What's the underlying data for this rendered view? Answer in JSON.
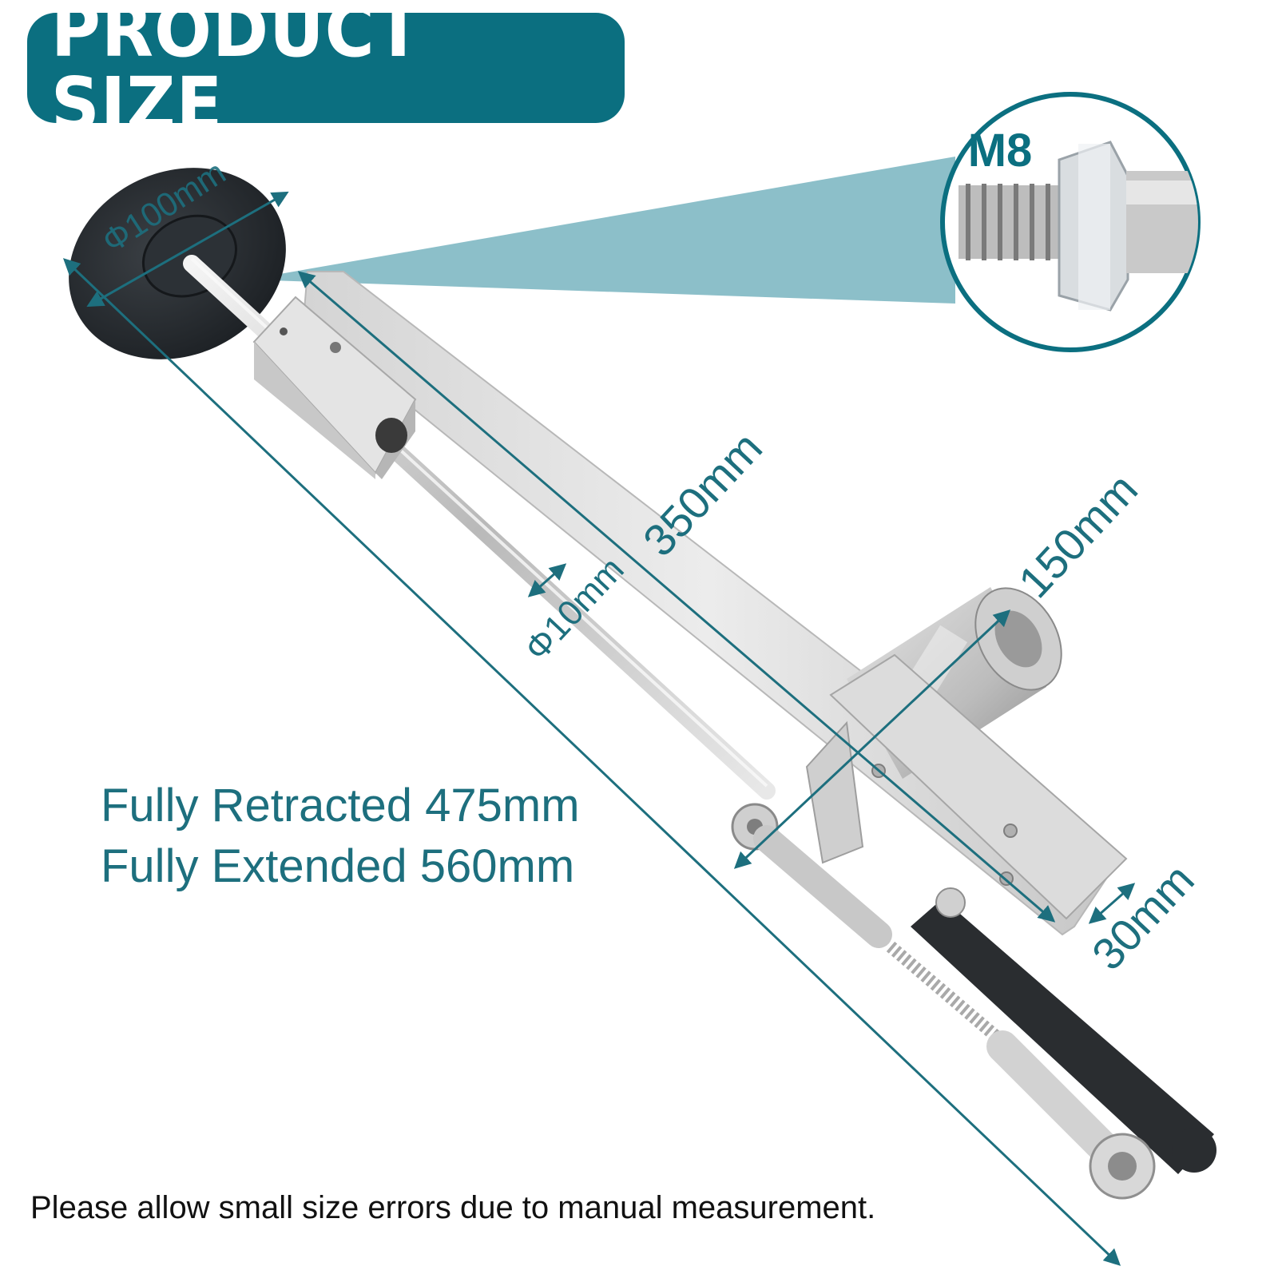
{
  "header": {
    "title": "PRODUCT SIZE"
  },
  "callout": {
    "thread_label": "M8"
  },
  "dimensions": {
    "disc_diameter": "Φ100mm",
    "stroke_length": "350mm",
    "rod_diameter": "Φ10mm",
    "motor_height": "150mm",
    "bracket_width": "30mm"
  },
  "specs": {
    "retracted": "Fully Retracted 475mm",
    "extended": "Fully Extended 560mm"
  },
  "note": "Please allow small size errors due to manual measurement.",
  "colors": {
    "accent": "#0b6f80",
    "dimension_line": "#1d6f7e",
    "callout_fill": "#86bcc6"
  }
}
